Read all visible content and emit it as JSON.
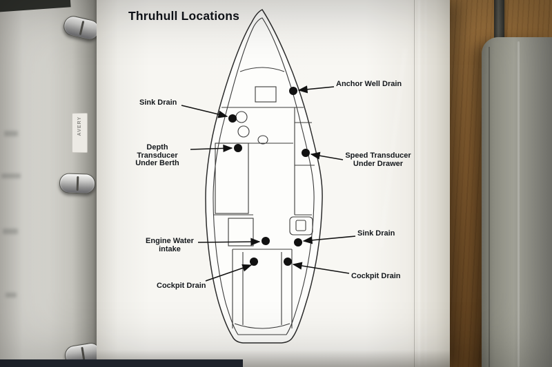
{
  "page": {
    "title": "Thruhull Locations"
  },
  "diagram": {
    "labels": [
      {
        "id": "anchor-well-drain",
        "lines": [
          "Anchor Well Drain"
        ]
      },
      {
        "id": "sink-drain-forward",
        "lines": [
          "Sink Drain"
        ]
      },
      {
        "id": "depth-transducer",
        "lines": [
          "Depth Transducer",
          "Under Berth"
        ]
      },
      {
        "id": "speed-transducer",
        "lines": [
          "Speed Transducer",
          "Under Drawer"
        ]
      },
      {
        "id": "engine-water-intake",
        "lines": [
          "Engine Water",
          "intake"
        ]
      },
      {
        "id": "sink-drain-aft",
        "lines": [
          "Sink Drain"
        ]
      },
      {
        "id": "cockpit-drain-port",
        "lines": [
          "Cockpit Drain"
        ]
      },
      {
        "id": "cockpit-drain-starboard",
        "lines": [
          "Cockpit Drain"
        ]
      }
    ]
  },
  "binder": {
    "tab_text": "AVERY"
  },
  "colors": {
    "ink": "#14181c",
    "paper": "#f7f6f2",
    "wood": "#9a6a33",
    "dot": "#111111"
  }
}
